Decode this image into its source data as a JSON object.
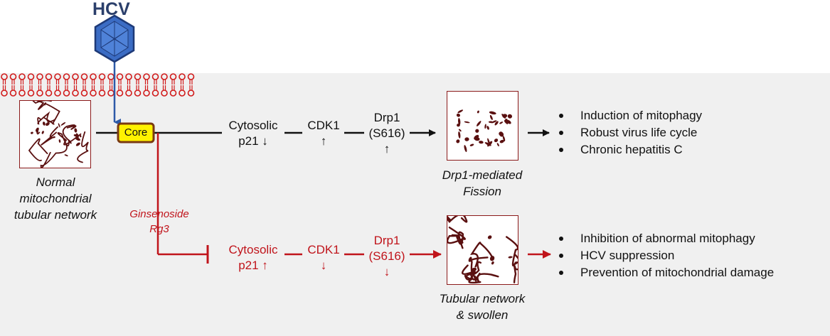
{
  "virus": {
    "label": "HCV"
  },
  "core": {
    "label": "Core"
  },
  "left_image": {
    "caption_lines": [
      "Normal",
      "mitochondrial",
      "tubular network"
    ]
  },
  "treatment": {
    "lines": [
      "Ginsenoside",
      "Rg3"
    ]
  },
  "top_pathway": {
    "cytosolic": [
      "Cytosolic",
      "p21 ↓"
    ],
    "cdk1": [
      "CDK1",
      "↑"
    ],
    "drp1": [
      "Drp1",
      "(S616)",
      "↑"
    ],
    "image_caption": [
      "Drp1-mediated",
      "Fission"
    ],
    "outcomes": [
      "Induction of mitophagy",
      "Robust virus life cycle",
      "Chronic hepatitis C"
    ]
  },
  "bottom_pathway": {
    "cytosolic": [
      "Cytosolic",
      "p21 ↑"
    ],
    "cdk1": [
      "CDK1",
      "↓"
    ],
    "drp1": [
      "Drp1",
      "(S616)",
      "↓"
    ],
    "image_caption": [
      "Tubular network",
      "& swollen"
    ],
    "outcomes": [
      "Inhibition of abnormal mitophagy",
      "HCV suppression",
      "Prevention of mitochondrial damage"
    ]
  },
  "colors": {
    "virus": "#2d5aa8",
    "virus_label": "#2b3f6b",
    "membrane": "#d11a1a",
    "background_panel": "#f0f0f0",
    "core_fill": "#fff200",
    "core_border": "#7a3a12",
    "inhibition": "#c0141b",
    "mitochondria": "#5a1010"
  }
}
